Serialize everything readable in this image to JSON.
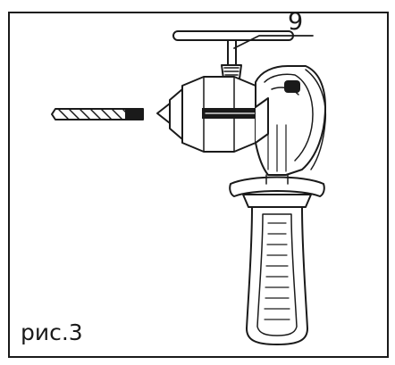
{
  "figure": {
    "callout_number": "9",
    "caption": "рис.3"
  },
  "icons": [
    "drill-illustration",
    "chuck-key-icon",
    "drill-bit-icon"
  ],
  "colors": {
    "ink": "#1a1a1a",
    "background": "#ffffff"
  }
}
